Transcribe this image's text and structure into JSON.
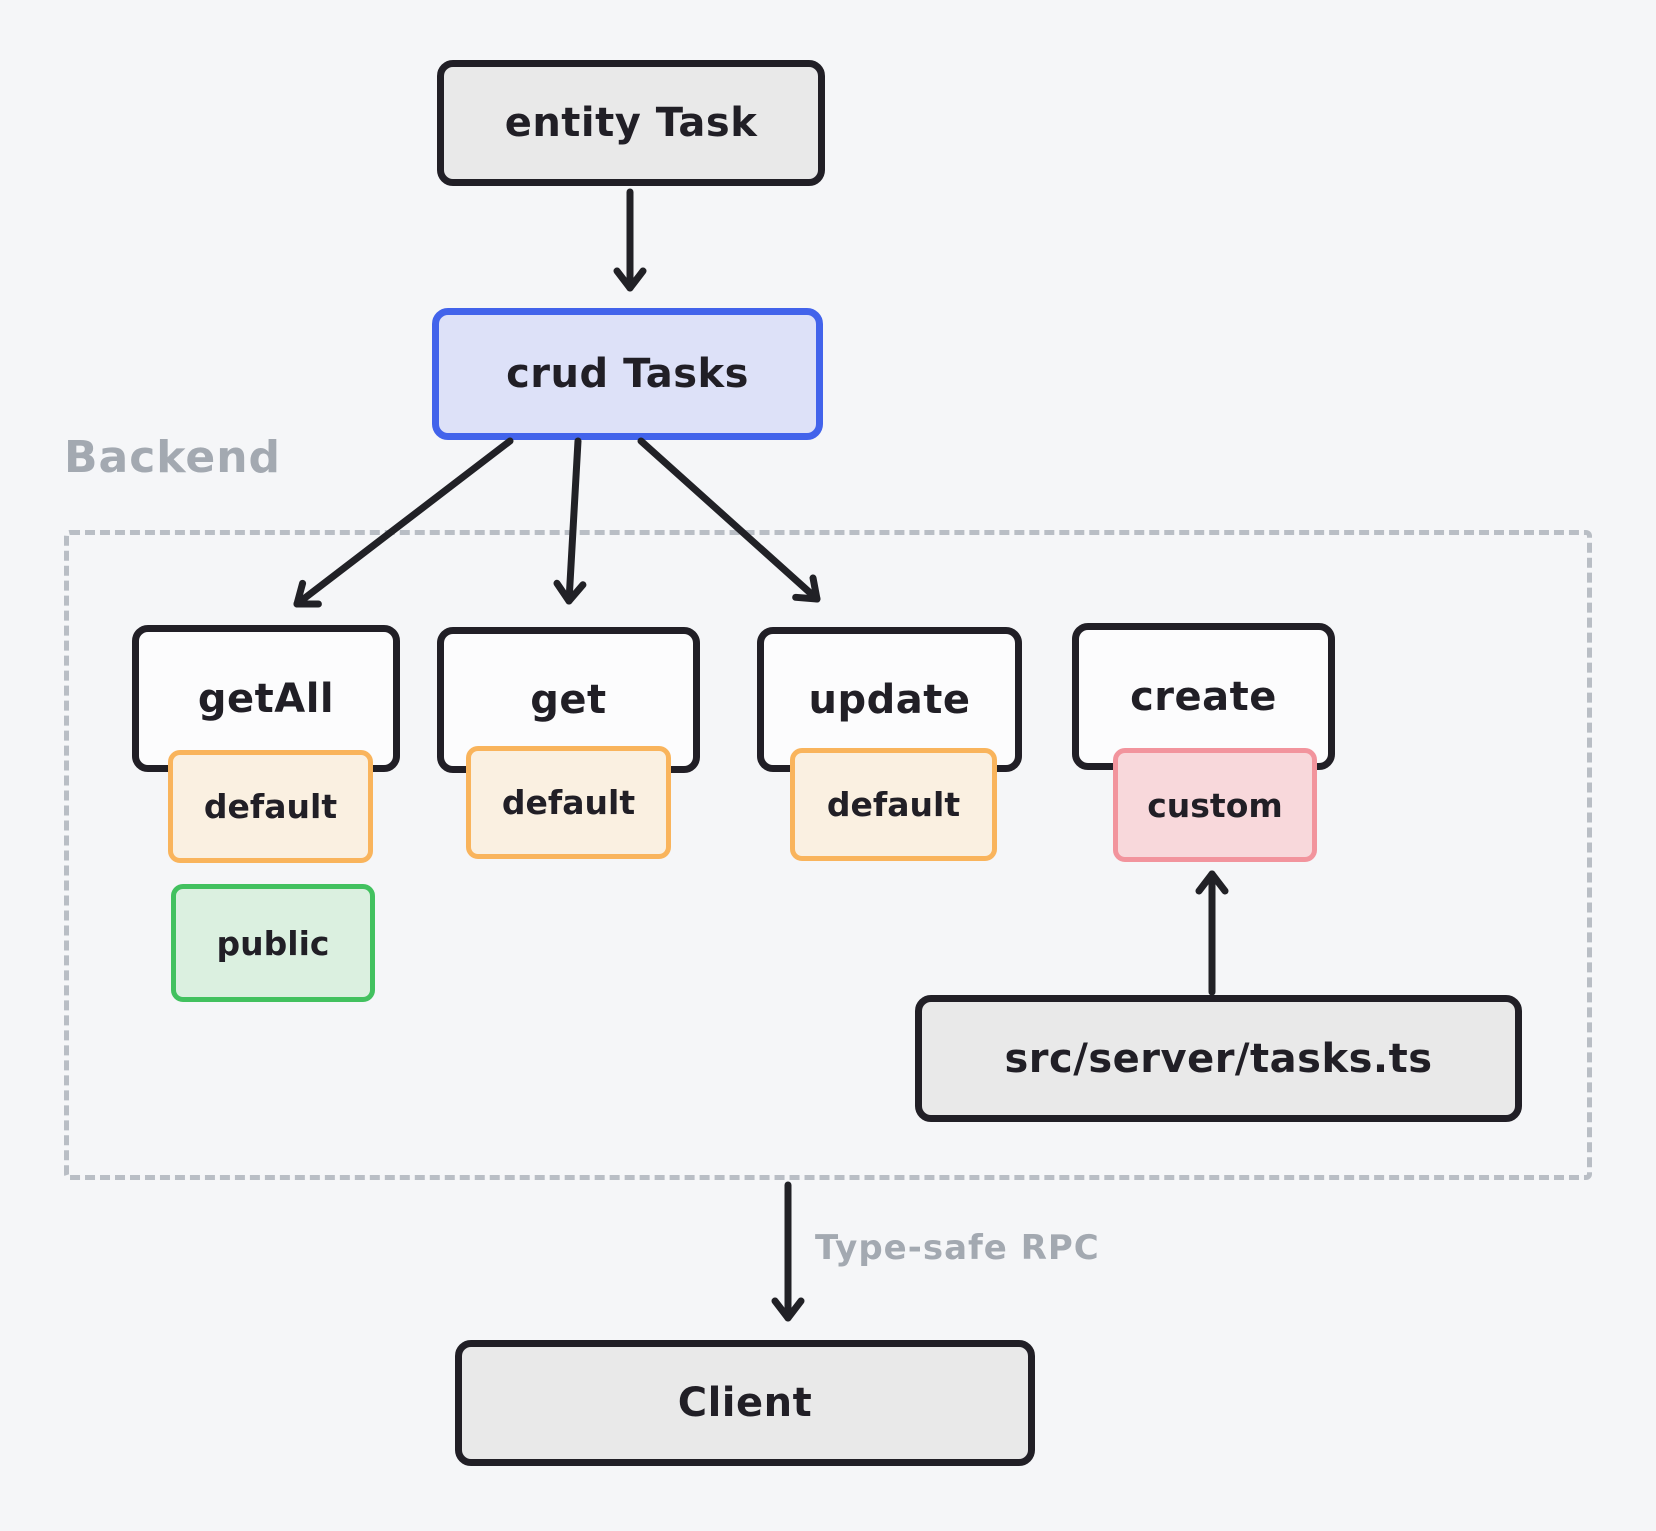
{
  "diagram": {
    "nodes": {
      "entity": {
        "label": "entity Task"
      },
      "crud": {
        "label": "crud Tasks"
      },
      "getAll": {
        "label": "getAll"
      },
      "get": {
        "label": "get"
      },
      "update": {
        "label": "update"
      },
      "create": {
        "label": "create"
      },
      "tasksFile": {
        "label": "src/server/tasks.ts"
      },
      "client": {
        "label": "Client"
      }
    },
    "badges": {
      "getAllDefault": {
        "label": "default"
      },
      "getDefault": {
        "label": "default"
      },
      "updateDefault": {
        "label": "default"
      },
      "createCustom": {
        "label": "custom"
      },
      "getAllPublic": {
        "label": "public"
      }
    },
    "labels": {
      "backend": "Backend",
      "rpc": "Type-safe RPC"
    },
    "colors": {
      "background": "#f5f6f8",
      "ink": "#211f26",
      "gray_fill": "#e9e9e9",
      "blue_border": "#4263eb",
      "blue_fill": "#dde1f8",
      "orange_border": "#f9b45c",
      "orange_fill": "#faf0e1",
      "green_border": "#42c15f",
      "green_fill": "#dbf0e0",
      "red_border": "#f2949d",
      "red_fill": "#f8d8db",
      "muted_label": "#a3a9b1",
      "dashed_border": "#b9bec5"
    }
  }
}
